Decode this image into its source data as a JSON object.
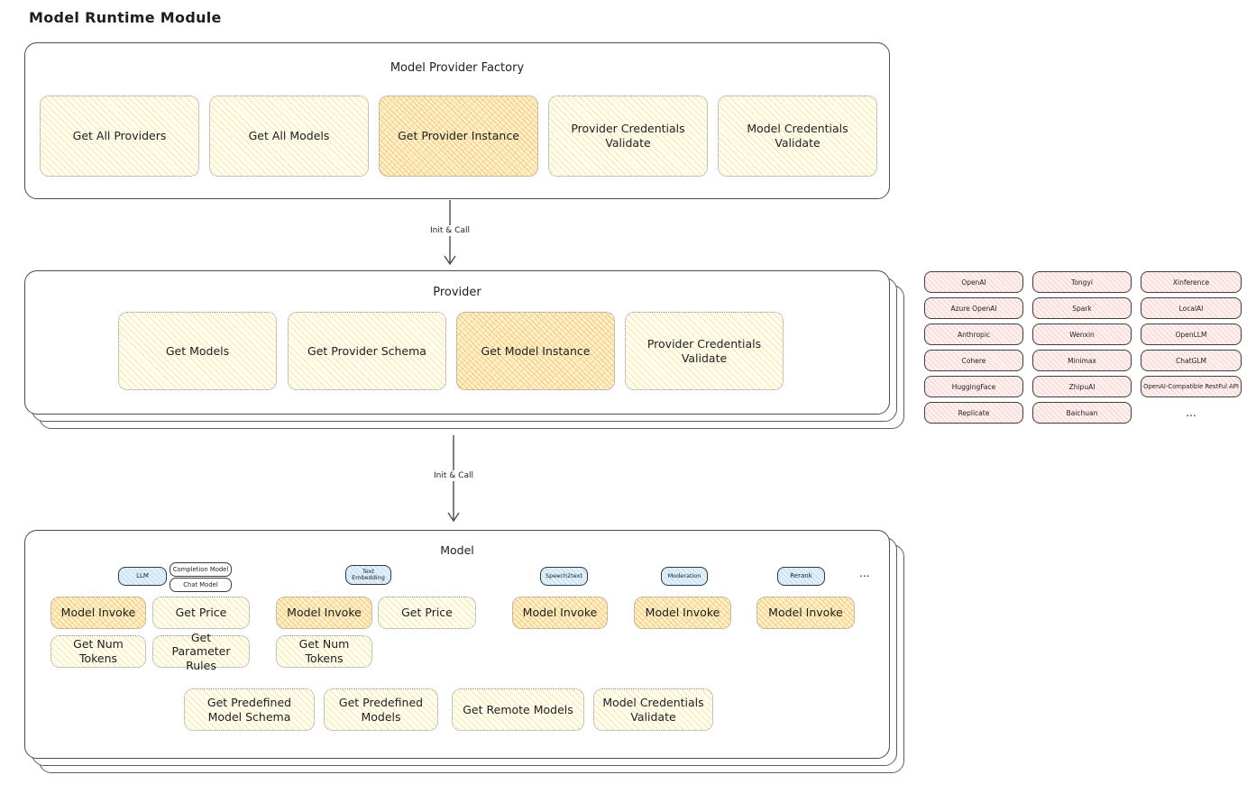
{
  "page_title": "Model Runtime Module",
  "colors": {
    "yellow_fill": "#fffdf0",
    "orange_highlight": "#f4c568",
    "blue_tab": "#e2f0fa",
    "pink_cell": "#fdf0ef",
    "panel_border": "#494c50"
  },
  "factory": {
    "title": "Model Provider Factory",
    "items": [
      {
        "label": "Get All Providers",
        "highlight": false
      },
      {
        "label": "Get All Models",
        "highlight": false
      },
      {
        "label": "Get Provider Instance",
        "highlight": true
      },
      {
        "label": "Provider Credentials Validate",
        "highlight": false
      },
      {
        "label": "Model Credentials Validate",
        "highlight": false
      }
    ]
  },
  "arrows": {
    "init_call_1": "Init & Call",
    "init_call_2": "Init & Call"
  },
  "provider": {
    "title": "Provider",
    "items": [
      {
        "label": "Get Models",
        "highlight": false
      },
      {
        "label": "Get Provider Schema",
        "highlight": false
      },
      {
        "label": "Get Model Instance",
        "highlight": true
      },
      {
        "label": "Provider Credentials Validate",
        "highlight": false
      }
    ]
  },
  "providers_grid": {
    "rows": [
      [
        "OpenAI",
        "Tongyi",
        "Xinference"
      ],
      [
        "Azure OpenAI",
        "Spark",
        "LocalAI"
      ],
      [
        "Anthropic",
        "Wenxin",
        "OpenLLM"
      ],
      [
        "Cohere",
        "Minimax",
        "ChatGLM"
      ],
      [
        "HuggingFace",
        "ZhipuAI",
        "OpenAI-Compatible RestFul API"
      ],
      [
        "Replicate",
        "Baichuan",
        "..."
      ]
    ]
  },
  "model": {
    "title": "Model",
    "tabs": {
      "llm": "LLM",
      "completion": "Completion Model",
      "chat": "Chat Model",
      "text_embedding": "Text Embedding",
      "speech2text": "Speech2text",
      "moderation": "Moderation",
      "rerank": "Rerank",
      "more": "..."
    },
    "ops": {
      "llm_invoke": "Model Invoke",
      "llm_get_price": "Get Price",
      "llm_get_num_tokens": "Get Num Tokens",
      "llm_get_parameter_rules": "Get Parameter Rules",
      "emb_invoke": "Model Invoke",
      "emb_get_price": "Get Price",
      "emb_get_num_tokens": "Get Num Tokens",
      "s2t_invoke": "Model Invoke",
      "mod_invoke": "Model Invoke",
      "rerank_invoke": "Model Invoke",
      "get_predefined_model_schema": "Get Predefined Model Schema",
      "get_predefined_models": "Get Predefined Models",
      "get_remote_models": "Get Remote Models",
      "model_credentials_validate": "Model Credentials Validate"
    }
  }
}
